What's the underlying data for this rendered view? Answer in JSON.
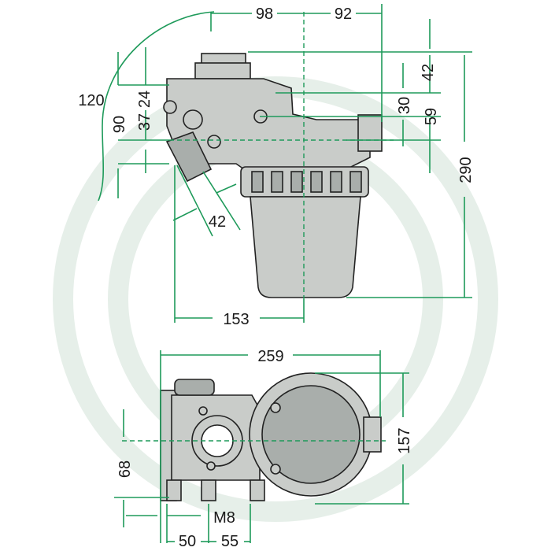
{
  "dimensions": {
    "d98": "98",
    "d92": "92",
    "d42_top": "42",
    "d120": "120",
    "d24": "24",
    "d37": "37",
    "d90": "90",
    "d30": "30",
    "d59": "59",
    "d290": "290",
    "d42_angle": "42",
    "d153": "153",
    "d259": "259",
    "d157": "157",
    "d68": "68",
    "thread": "M8",
    "d50": "50",
    "d55": "55"
  },
  "colors": {
    "dimension_line": "#1e9a5a",
    "part_fill": "#c9ccc9",
    "watermark": "#e6efe9"
  }
}
